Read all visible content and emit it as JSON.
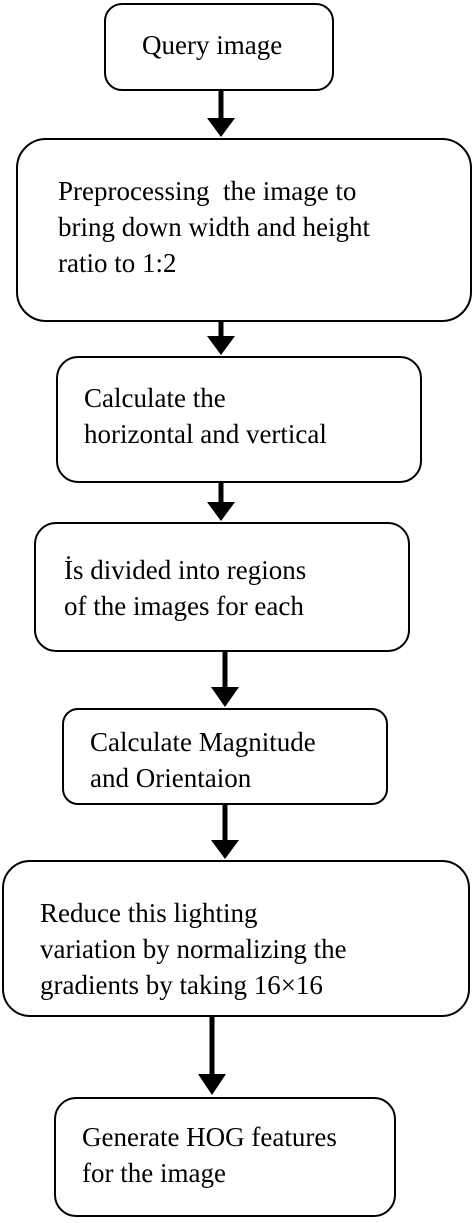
{
  "flowchart": {
    "steps": [
      {
        "text": "Query image"
      },
      {
        "text": "Preprocessing  the image to\nbring down width and height\nratio to 1:2"
      },
      {
        "text": "Calculate the\nhorizontal and vertical"
      },
      {
        "text": "İs divided into regions\nof the images for each"
      },
      {
        "text": "Calculate Magnitude\nand Orientaion"
      },
      {
        "text": "Reduce this lighting\nvariation by normalizing the\ngradients by taking 16×16"
      },
      {
        "text": "Generate HOG features\nfor the image"
      }
    ],
    "colors": {
      "stroke": "#000000",
      "background": "#ffffff"
    }
  }
}
